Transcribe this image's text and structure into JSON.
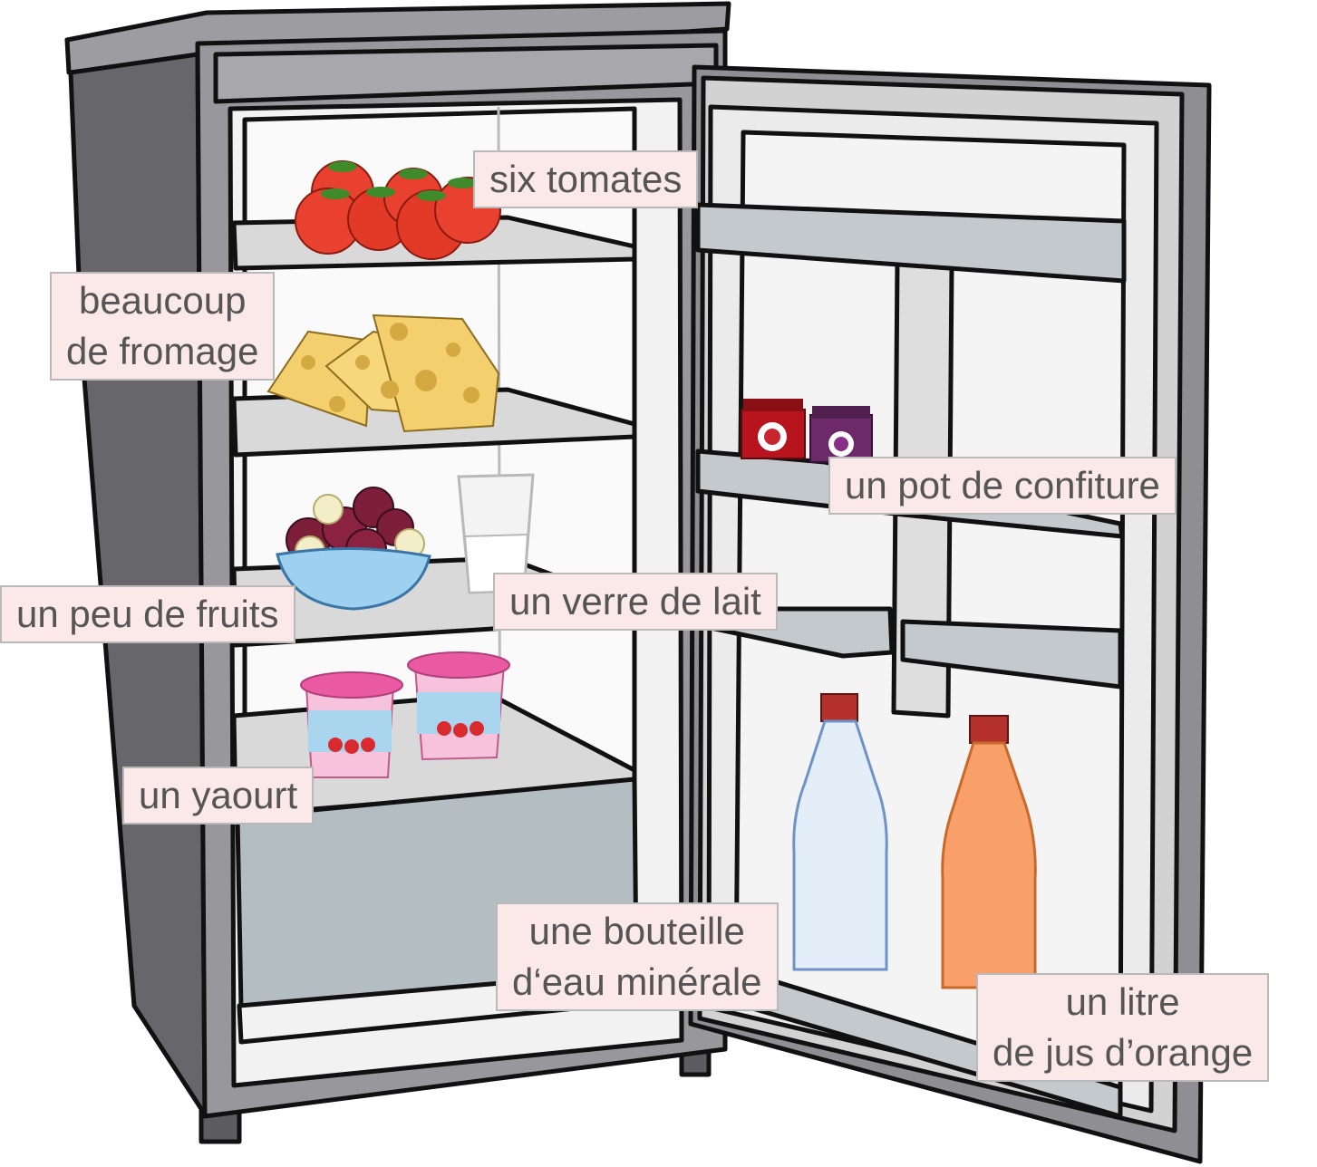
{
  "labels": {
    "tomatoes": "six tomates",
    "cheese": "beaucoup\nde fromage",
    "jam": "un pot de confiture",
    "fruit": "un peu de fruits",
    "milk": "un verre de lait",
    "yogurt": "un yaourt",
    "water": "une bouteille\nd‘eau minérale",
    "juice": "un litre\nde jus d’orange"
  },
  "colors": {
    "label_bg": "#fbe8e8",
    "label_text": "#555555",
    "body_dark": "#6a6a6e",
    "body_light": "#a4a4a8",
    "interior": "#f2f2f2",
    "shelf": "#c3c9cc",
    "tomato": "#e8412f",
    "cheese": "#f3cf6e",
    "yogurt_lid": "#ea5aa2",
    "juice": "#f9a06a",
    "water": "#e3eef8"
  }
}
